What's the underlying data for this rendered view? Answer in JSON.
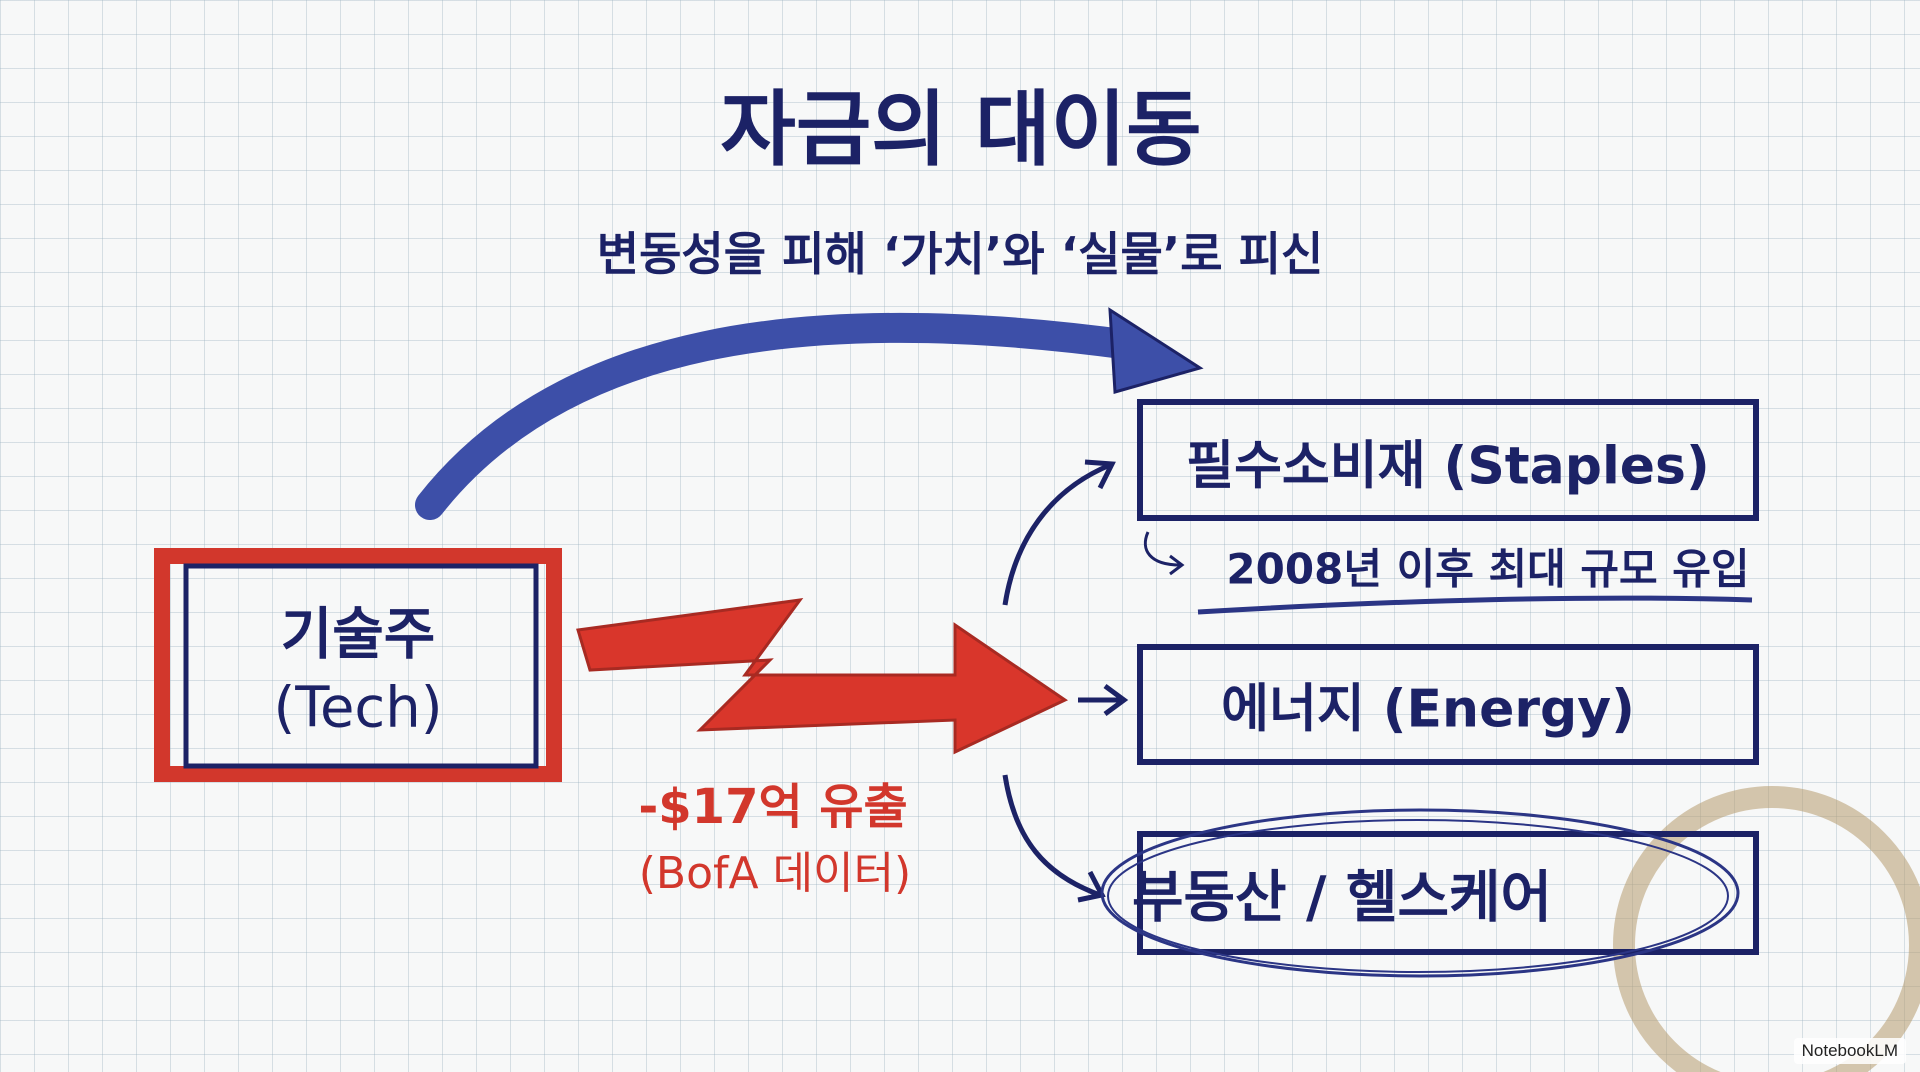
{
  "title": "자금의 대이동",
  "subtitle": "변동성을 피해 ‘가치’와 ‘실물’로 피신",
  "source": {
    "line1": "기술주",
    "line2": "(Tech)"
  },
  "outflow": {
    "amount": "-$17억 유출",
    "note": "(BofA 데이터)"
  },
  "destinations": [
    {
      "label": "필수소비재 (Staples)",
      "note": "2008년 이후 최대 규모 유입"
    },
    {
      "label": "에너지 (Energy)"
    },
    {
      "label": "부동산 / 헬스케어"
    }
  ],
  "brand": "NotebookLM",
  "colors": {
    "ink": "#1c2266",
    "red": "#d2372c",
    "blue": "#3d4fa8",
    "stain": "#b79a6e"
  }
}
